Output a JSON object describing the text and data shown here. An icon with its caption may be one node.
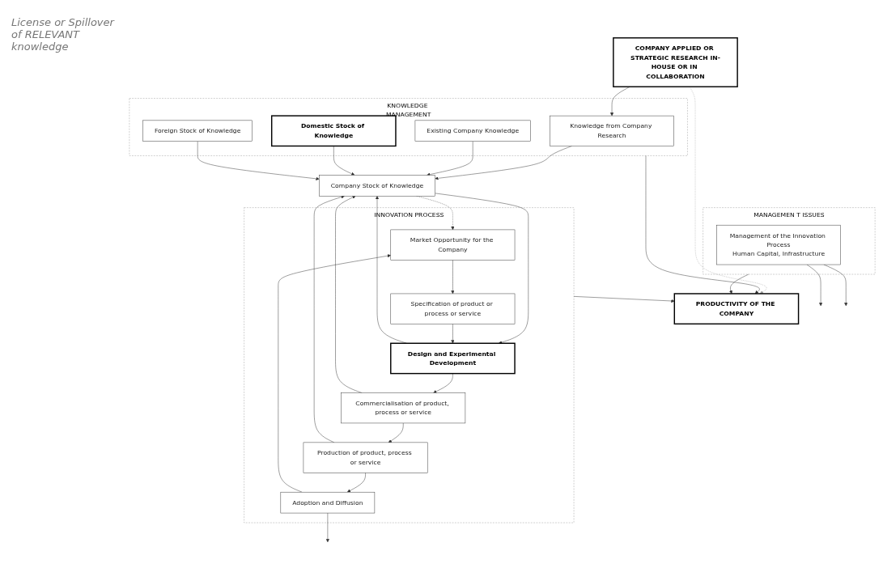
{
  "diagram": {
    "nodes": [
      {
        "text": [
          "COMPANY APPLIED OR STRATEGIC RESEARCH IN-HOUSE OR IN COLLABORATION"
        ]
      },
      {
        "text": [
          "KNOWLEDGE MANAGEMENT"
        ]
      },
      {
        "text": [
          "Knowledge from Company Research"
        ],
        "in": 1
      },
      {
        "text": [
          "Existing Company Knowledge"
        ],
        "in": 1
      },
      {
        "text": [
          "Domestic Stock of Knowledge"
        ],
        "in": 1
      },
      {
        "text": [
          "Foreign Stock of Knowledge"
        ],
        "in": 1
      },
      {
        "text": [
          "Company Stock of Knowledge"
        ]
      },
      {
        "text": [
          "INNOVATION PROCESS"
        ]
      },
      {
        "text": [
          "Market Opportunity for the Company"
        ],
        "in": 7
      },
      {
        "text": [
          "Specification of product or process or service"
        ],
        "in": 7
      },
      {
        "text": [
          "Design and Experimental Development"
        ],
        "in": 7
      },
      {
        "text": [
          "Commercialisation of product, process or service"
        ],
        "in": 7
      },
      {
        "text": [
          "Production of product, process or service"
        ],
        "in": 7
      },
      {
        "text": [
          "Adoption and Diffusion"
        ],
        "in": 7
      },
      {
        "text": [
          "MANAGEMEN T ISSUES"
        ]
      },
      {
        "text": [
          "Management of the Innovation Process",
          "Human Capital, Infrastructure"
        ],
        "in": 14
      },
      {
        "text": [
          "PRODUCTIVITY OF THE COMPANY"
        ]
      }
    ],
    "edges": [
      {
        "from": 0,
        "to": 2,
        "arrow": "to"
      },
      {
        "from": 2,
        "to": 6,
        "arrow": "to"
      },
      {
        "from": 3,
        "to": 6,
        "arrow": "to"
      },
      {
        "from": 4,
        "to": 6,
        "arrow": "to"
      },
      {
        "from": 5,
        "to": 6,
        "arrow": "to"
      },
      {
        "from": 6,
        "to": 8,
        "arrow": "to",
        "style": "dashed"
      },
      {
        "from": 6,
        "to": 10,
        "arrow": "to"
      },
      {
        "from": 8,
        "to": 9,
        "arrow": "to"
      },
      {
        "from": 9,
        "to": 10,
        "arrow": "to"
      },
      {
        "from": 10,
        "to": 11,
        "arrow": "to"
      },
      {
        "from": 11,
        "to": 12,
        "arrow": "to"
      },
      {
        "from": 12,
        "to": 13,
        "arrow": "to"
      },
      {
        "from": 10,
        "to": 6,
        "arrow": "to"
      },
      {
        "from": 11,
        "to": 6,
        "arrow": "to"
      },
      {
        "from": 12,
        "to": 6,
        "arrow": "to"
      },
      {
        "from": 13,
        "to": 8,
        "arrow": "to"
      },
      {
        "from": 13,
        "to": null,
        "arrow": "to"
      },
      {
        "from": 15,
        "to": null,
        "arrow": "to"
      },
      {
        "from": 15,
        "to": null,
        "arrow": "to"
      },
      {
        "from": 0,
        "to": 16,
        "arrow": "to",
        "style": "dashed",
        "color": "#999999"
      },
      {
        "from": 1,
        "to": 16,
        "arrow": "to"
      },
      {
        "from": 7,
        "to": 16,
        "arrow": "to"
      },
      {
        "from": 14,
        "to": 16,
        "arrow": "to"
      }
    ],
    "labels": [
      "License or Spillover of RELEVANT knowledge"
    ]
  }
}
